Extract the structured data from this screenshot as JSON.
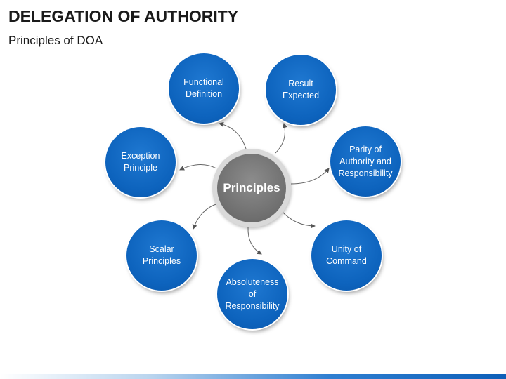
{
  "header": {
    "title": "DELEGATION OF AUTHORITY",
    "subtitle": "Principles of DOA"
  },
  "diagram": {
    "center": "Principles",
    "nodes": [
      {
        "id": "functional-definition",
        "label": "Functional\nDefinition"
      },
      {
        "id": "result-expected",
        "label": "Result\nExpected"
      },
      {
        "id": "parity",
        "label": "Parity of\nAuthority and\nResponsibility"
      },
      {
        "id": "unity-of-command",
        "label": "Unity of\nCommand"
      },
      {
        "id": "absoluteness",
        "label": "Absoluteness\nof\nResponsibility"
      },
      {
        "id": "scalar",
        "label": "Scalar\nPrinciples"
      },
      {
        "id": "exception",
        "label": "Exception\nPrinciple"
      }
    ]
  },
  "colors": {
    "node_fill": "#0d63bd",
    "center_fill": "#6e6e6e",
    "arrow": "#555555"
  }
}
